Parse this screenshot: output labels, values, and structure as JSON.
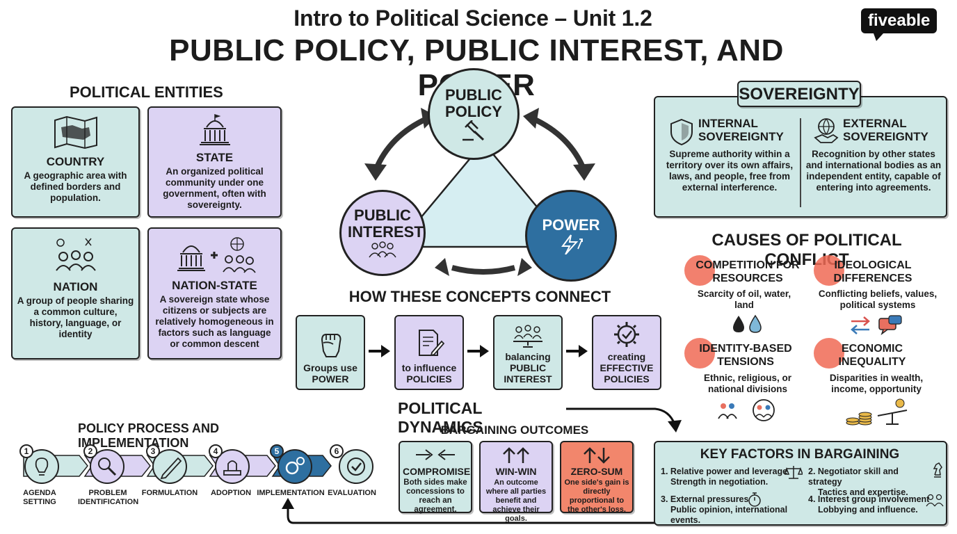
{
  "header": {
    "title": "Intro to Political Science – Unit 1.2",
    "subtitle": "PUBLIC POLICY, PUBLIC INTEREST, AND POWER",
    "logo": "fiveable"
  },
  "political_entities": {
    "heading": "POLITICAL ENTITIES",
    "cards": [
      {
        "title": "COUNTRY",
        "text": "A geographic area with defined borders and population.",
        "icon": "map-icon"
      },
      {
        "title": "STATE",
        "text": "An organized political community under one government, often with sovereignty.",
        "icon": "capitol-icon"
      },
      {
        "title": "NATION",
        "text": "A group of people sharing a common culture, history, language, or identity",
        "icon": "people-icon"
      },
      {
        "title": "NATION-STATE",
        "text": "A sovereign state whose citizens or subjects are relatively homogeneous in factors such as language or common descent",
        "icon": "capitol-plus-people-icon"
      }
    ]
  },
  "triangle": {
    "policy": "PUBLIC POLICY",
    "interest": "PUBLIC INTEREST",
    "power": "POWER"
  },
  "connect": {
    "heading": "HOW THESE CONCEPTS CONNECT",
    "steps": [
      {
        "text": "Groups use POWER",
        "icon": "fist-icon"
      },
      {
        "text": "to influence POLICIES",
        "icon": "document-pen-icon"
      },
      {
        "text": "balancing PUBLIC INTEREST",
        "icon": "balance-people-icon"
      },
      {
        "text": "creating EFFECTIVE POLICIES",
        "icon": "gear-check-icon"
      }
    ]
  },
  "sovereignty": {
    "heading": "SOVEREIGNTY",
    "internal": {
      "title": "INTERNAL SOVEREIGNTY",
      "text": "Supreme authority within a territory over its own affairs, laws, and people, free from external interference."
    },
    "external": {
      "title": "EXTERNAL SOVEREIGNTY",
      "text": "Recognition by other states and international bodies as an independent entity, capable of entering into agreements."
    }
  },
  "conflict": {
    "heading": "CAUSES OF POLITICAL CONFLICT",
    "items": [
      {
        "title": "COMPETITION FOR RESOURCES",
        "text": "Scarcity of oil, water, land"
      },
      {
        "title": "IDEOLOGICAL DIFFERENCES",
        "text": "Conflicting beliefs, values, political systems"
      },
      {
        "title": "IDENTITY-BASED TENSIONS",
        "text": "Ethnic, religious, or national divisions"
      },
      {
        "title": "ECONOMIC INEQUALITY",
        "text": "Disparities in wealth, income, opportunity"
      }
    ]
  },
  "dynamics": {
    "heading": "POLITICAL DYNAMICS",
    "bargaining_heading": "BARGAINING OUTCOMES",
    "outcomes": [
      {
        "title": "COMPROMISE",
        "text": "Both sides make concessions to reach an agreement."
      },
      {
        "title": "WIN-WIN",
        "text": "An outcome where all parties benefit and achieve their goals."
      },
      {
        "title": "ZERO-SUM",
        "text": "One side's gain is directly proportional to the other's loss."
      }
    ]
  },
  "policy_process": {
    "heading": "POLICY PROCESS AND IMPLEMENTATION",
    "steps": [
      {
        "num": "1",
        "label": "AGENDA SETTING"
      },
      {
        "num": "2",
        "label": "PROBLEM IDENTIFICATION"
      },
      {
        "num": "3",
        "label": "FORMULATION"
      },
      {
        "num": "4",
        "label": "ADOPTION"
      },
      {
        "num": "5",
        "label": "IMPLEMENTATION"
      },
      {
        "num": "6",
        "label": "EVALUATION"
      }
    ]
  },
  "key_factors": {
    "heading": "KEY FACTORS IN BARGAINING",
    "items": [
      {
        "title": "1. Relative power and leverage",
        "text": "Strength in negotiation."
      },
      {
        "title": "2. Negotiator skill and strategy",
        "text": "Tactics and expertise."
      },
      {
        "title": "3. External pressures",
        "text": "Public opinion, international events."
      },
      {
        "title": "4. Interest group involvement",
        "text": "Lobbying and influence."
      }
    ]
  },
  "colors": {
    "teal": "#cfe8e6",
    "lavender": "#dcd3f3",
    "coral": "#f2866c",
    "power_blue": "#2e6fa0"
  }
}
